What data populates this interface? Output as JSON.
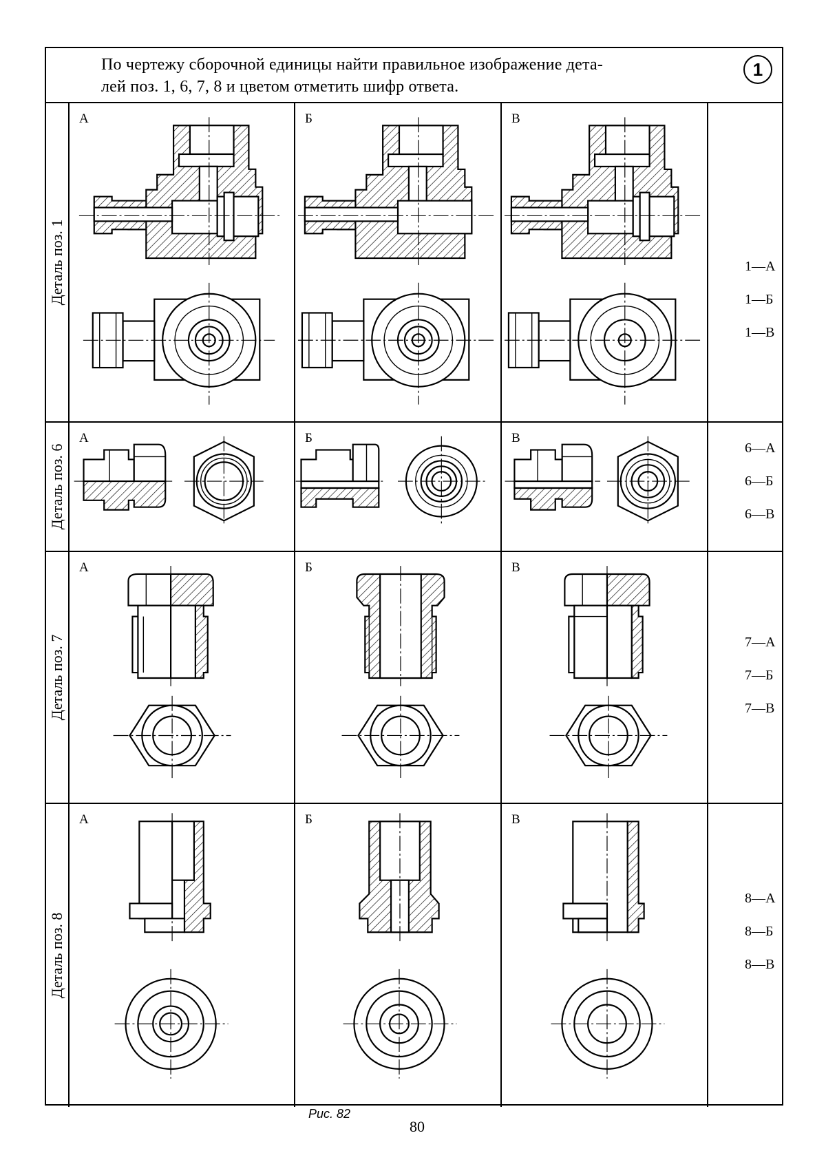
{
  "header": {
    "line1": "По чертежу сборочной единицы найти правильное изображение дета-",
    "line2": "лей поз. 1, 6, 7, 8 и цветом отметить шифр ответа.",
    "task_number": "1"
  },
  "rows": [
    {
      "label": "Деталь поз. 1",
      "variants": [
        "А",
        "Б",
        "В"
      ],
      "answers": [
        "1—А",
        "1—Б",
        "1—В"
      ]
    },
    {
      "label": "Деталь поз. 6",
      "variants": [
        "А",
        "Б",
        "В"
      ],
      "answers": [
        "6—А",
        "6—Б",
        "6—В"
      ]
    },
    {
      "label": "Деталь поз. 7",
      "variants": [
        "А",
        "Б",
        "В"
      ],
      "answers": [
        "7—А",
        "7—Б",
        "7—В"
      ]
    },
    {
      "label": "Деталь поз. 8",
      "variants": [
        "А",
        "Б",
        "В"
      ],
      "answers": [
        "8—А",
        "8—Б",
        "8—В"
      ]
    }
  ],
  "caption": "Рис. 82",
  "page_number": "80"
}
